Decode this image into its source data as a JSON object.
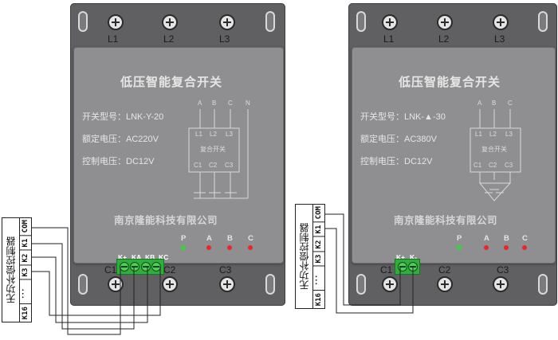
{
  "devices": [
    {
      "top_terminals": [
        "L1",
        "L2",
        "L3"
      ],
      "bottom_terminals": [
        "C1",
        "C2",
        "C3"
      ],
      "title": "低压智能复合开关",
      "specs": [
        "开关型号：LNK-Y-20",
        "额定电压：AC220V",
        "控制电压：DC12V"
      ],
      "diagram": {
        "phase_labels": [
          "A",
          "B",
          "C",
          "N"
        ],
        "inner_top": [
          "L1",
          "L2",
          "L3"
        ],
        "inner_name": "复合开关",
        "inner_bottom": [
          "C1",
          "C2",
          "C3"
        ]
      },
      "company": "南京隆能科技有限公司",
      "leds": [
        {
          "label": "P",
          "color": "#39d13c"
        },
        {
          "label": "A",
          "color": "#e8252a"
        },
        {
          "label": "B",
          "color": "#e8252a"
        },
        {
          "label": "C",
          "color": "#e8252a"
        }
      ],
      "control_terminals": [
        "K+",
        "KA",
        "KB",
        "KC"
      ]
    },
    {
      "top_terminals": [
        "L1",
        "L2",
        "L3"
      ],
      "bottom_terminals": [
        "C1",
        "C2",
        "C3"
      ],
      "title": "低压智能复合开关",
      "specs": [
        "开关型号：LNK-▲-30",
        "额定电压：AC380V",
        "控制电压：DC12V"
      ],
      "diagram": {
        "phase_labels": [
          "A",
          "B",
          "C"
        ],
        "inner_top": [
          "L1",
          "L2",
          "L3"
        ],
        "inner_name": "复合开关",
        "inner_bottom": [
          "C1",
          "C2",
          "C3"
        ]
      },
      "company": "南京隆能科技有限公司",
      "leds": [
        {
          "label": "P",
          "color": "#39d13c"
        },
        {
          "label": "A",
          "color": "#e8252a"
        },
        {
          "label": "B",
          "color": "#e8252a"
        },
        {
          "label": "C",
          "color": "#e8252a"
        }
      ],
      "control_terminals": [
        "K+",
        "K-"
      ]
    }
  ],
  "controllers": [
    {
      "title": "无功补偿控制器",
      "cells": [
        "COM",
        "K1",
        "K2",
        "K3",
        "．．．",
        "K16"
      ]
    },
    {
      "title": "无功补偿控制器",
      "cells": [
        "COM",
        "K1",
        "K2",
        "K3",
        "．．．",
        "K16"
      ]
    }
  ]
}
